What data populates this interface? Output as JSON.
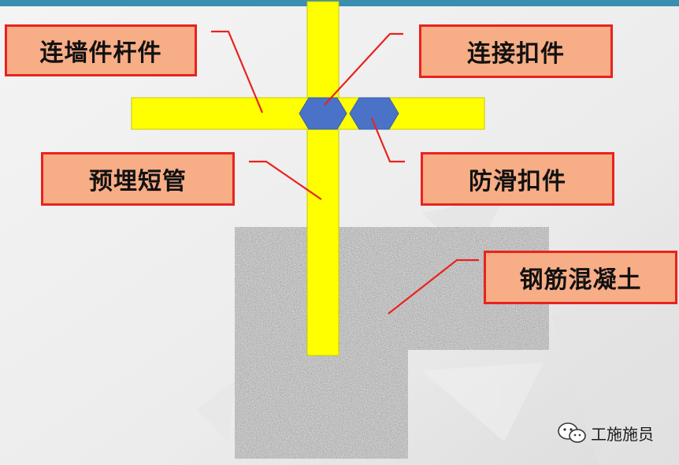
{
  "labels": {
    "wall_tie_member": "连墙件杆件",
    "coupling_fastener": "连接扣件",
    "embedded_short_pipe": "预埋短管",
    "anti_slip_fastener": "防滑扣件",
    "reinforced_concrete": "钢筋混凝土"
  },
  "watermark": {
    "text": "工施施员"
  },
  "colors": {
    "pipe": "#ffff00",
    "fastener": "#4a72c7",
    "label_fill": "#f7ad86",
    "label_border": "#e8231e",
    "leader_line": "#e8231e"
  }
}
